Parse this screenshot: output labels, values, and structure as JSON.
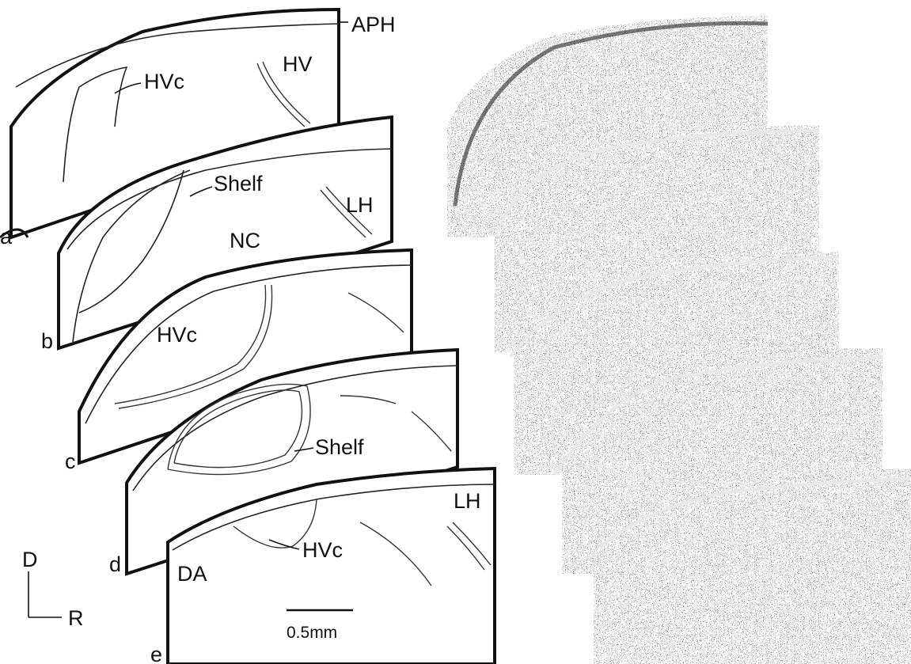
{
  "figure": {
    "panel_letters": [
      "a",
      "b",
      "c",
      "d",
      "e"
    ],
    "labels": {
      "aph": "APH",
      "hv": "HV",
      "hvc_a": "HVc",
      "shelf_b": "Shelf",
      "lh_b": "LH",
      "nc": "NC",
      "hvc_c": "HVc",
      "shelf_d": "Shelf",
      "lh_e": "LH",
      "hvc_e": "HVc",
      "da": "DA"
    },
    "orientation": {
      "dorsal": "D",
      "rostral": "R"
    },
    "scale_bar": {
      "label": "0.5mm"
    },
    "colors": {
      "ink": "#111111",
      "paper": "#ffffff",
      "stain_dark": "#1a1a1a",
      "stain_light": "#f4f4f4"
    }
  }
}
